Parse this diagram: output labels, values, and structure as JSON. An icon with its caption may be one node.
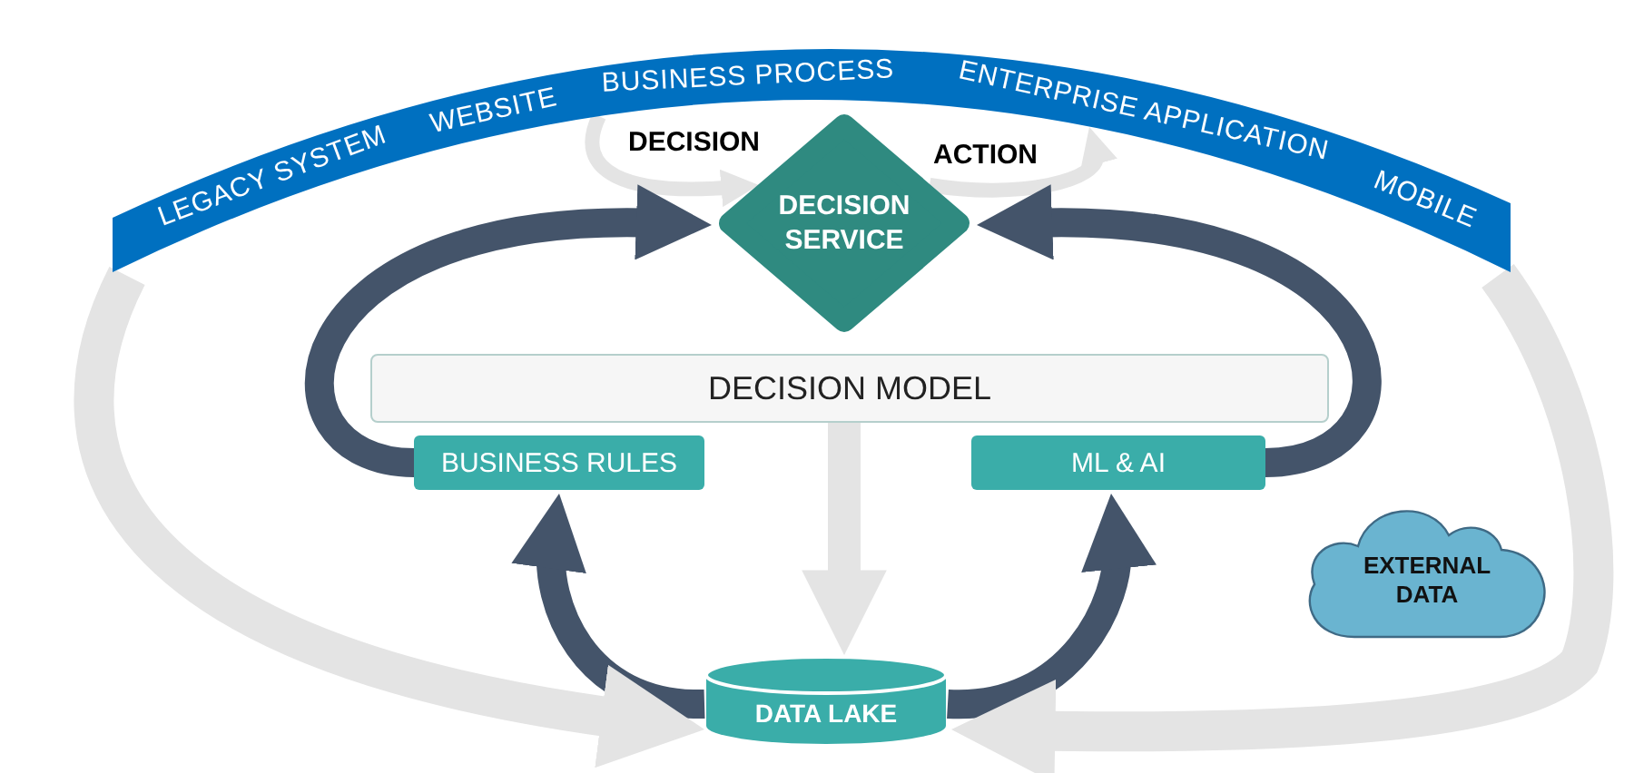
{
  "diagram": {
    "nodes": [
      {
        "text": [
          "LEGACY SYSTEM",
          "WEBSITE",
          "BUSINESS PROCESS",
          "ENTERPRISE APPLICATION",
          "MOBILE"
        ]
      },
      {
        "text": [
          "DECISION SERVICE"
        ]
      },
      {
        "text": [
          "DECISION MODEL"
        ]
      },
      {
        "text": [
          "BUSINESS RULES"
        ]
      },
      {
        "text": [
          "ML & AI"
        ]
      },
      {
        "text": [
          "DATA LAKE"
        ]
      },
      {
        "text": [
          "EXTERNAL DATA"
        ]
      }
    ],
    "edges": [
      {
        "from": 0,
        "to": 1,
        "arrow": "to",
        "label": "DECISION"
      },
      {
        "from": 1,
        "to": 0,
        "arrow": "to",
        "label": "ACTION"
      },
      {
        "from": 3,
        "to": 1,
        "arrow": "to",
        "color": "#44546a"
      },
      {
        "from": 4,
        "to": 1,
        "arrow": "to",
        "color": "#44546a"
      },
      {
        "from": 5,
        "to": 3,
        "arrow": "to",
        "color": "#44546a"
      },
      {
        "from": 5,
        "to": 4,
        "arrow": "to",
        "color": "#44546a"
      },
      {
        "from": 2,
        "to": 5,
        "arrow": "to"
      },
      {
        "from": 0,
        "to": 5,
        "arrow": "to"
      },
      {
        "from": 0,
        "to": 5,
        "arrow": "to"
      }
    ]
  }
}
